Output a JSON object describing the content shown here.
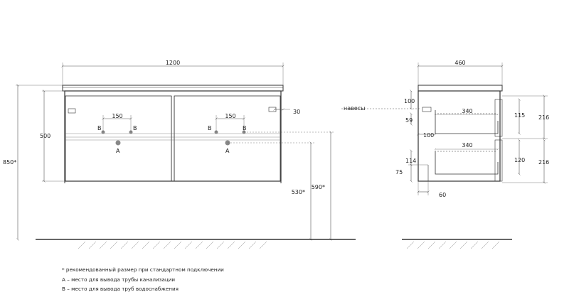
{
  "front_view": {
    "width_label": "1200",
    "total_height_label": "850*",
    "body_height_label": "500",
    "spacing_left_label": "150",
    "spacing_right_label": "150",
    "hinge_offset_label": "30",
    "drain_height_label": "530*",
    "water_height_label": "590*",
    "hinges_label": "навесы",
    "point_a_left": "A",
    "point_a_right": "A",
    "point_b_1": "B",
    "point_b_2": "B",
    "point_b_3": "B",
    "point_b_4": "B"
  },
  "side_view": {
    "depth_label": "460",
    "top_offset_label": "100",
    "small_offset_label": "59",
    "inner_offset_label": "100",
    "lower_offset_label": "114",
    "bottom_offset_label": "75",
    "toe_label": "60",
    "upper_drawer_depth_label": "340",
    "lower_drawer_depth_label": "340",
    "upper_drawer_height_label": "115",
    "lower_drawer_height_label": "120",
    "upper_section_label": "216",
    "lower_section_label": "216"
  },
  "notes": [
    "* рекомендованный размер при стандартном подключении",
    "А – место для вывода трубы канализации",
    "В – место для вывода труб водоснабжения"
  ]
}
